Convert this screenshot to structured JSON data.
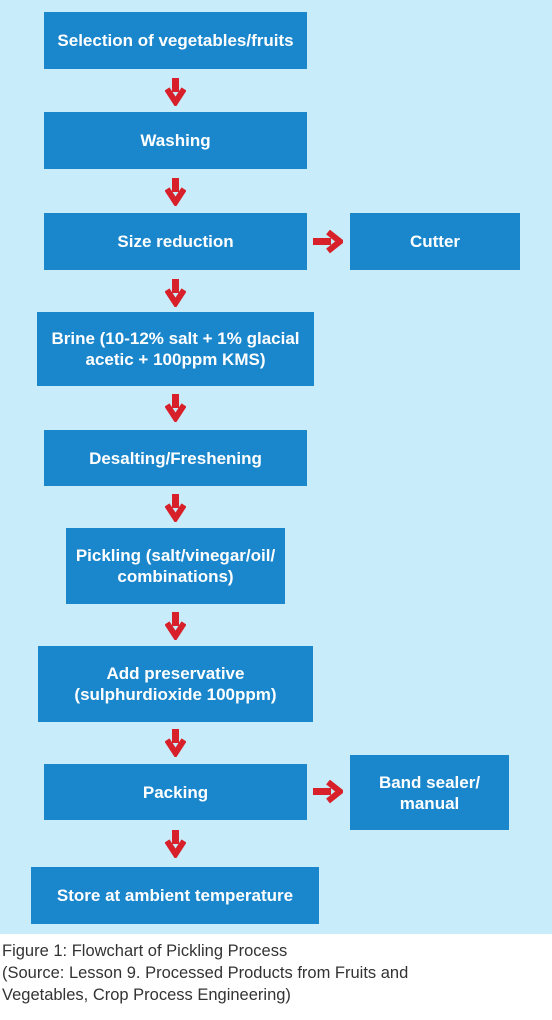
{
  "colors": {
    "background": "#c9ecfa",
    "box_fill": "#1a86cc",
    "box_text": "#ffffff",
    "arrow": "#d7202a",
    "caption_text": "#333333"
  },
  "steps": [
    {
      "line1": "Selection of vegetables/fruits",
      "line2": ""
    },
    {
      "line1": "Washing",
      "line2": ""
    },
    {
      "line1": "Size reduction",
      "line2": ""
    },
    {
      "line1": "Brine (10-12% salt + 1% glacial",
      "line2": "acetic + 100ppm KMS)"
    },
    {
      "line1": "Desalting/Freshening",
      "line2": ""
    },
    {
      "line1": "Pickling (salt/vinegar/oil/",
      "line2": "combinations)"
    },
    {
      "line1": "Add preservative",
      "line2": "(sulphurdioxide 100ppm)"
    },
    {
      "line1": "Packing",
      "line2": ""
    },
    {
      "line1": "Store at ambient temperature",
      "line2": ""
    }
  ],
  "side_boxes": [
    {
      "line1": "Cutter",
      "line2": ""
    },
    {
      "line1": "Band sealer/",
      "line2": "manual"
    }
  ],
  "caption": {
    "line1": "Figure 1: Flowchart of Pickling Process",
    "line2": "(Source: Lesson 9. Processed Products from Fruits and",
    "line3": "Vegetables, Crop Process Engineering)"
  }
}
